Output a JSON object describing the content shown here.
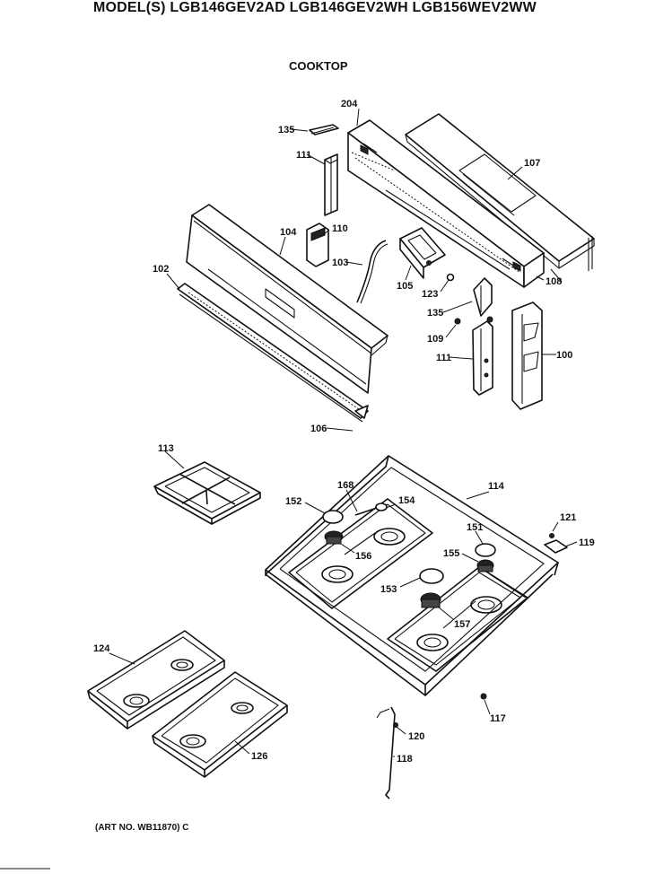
{
  "header": {
    "models": "MODEL(S) LGB146GEV2AD  LGB146GEV2WH  LGB156WEV2WW"
  },
  "section_title": "COOKTOP",
  "art_number": "(ART NO. WB11870) C",
  "callouts": {
    "c204": "204",
    "c135a": "135",
    "c107": "107",
    "c111a": "111",
    "c110": "110",
    "c104": "104",
    "c102": "102",
    "c103": "103",
    "c105": "105",
    "c123": "123",
    "c108": "108",
    "c135b": "135",
    "c109": "109",
    "c111b": "111",
    "c100": "100",
    "c106": "106",
    "c113": "113",
    "c168": "168",
    "c114": "114",
    "c152": "152",
    "c154": "154",
    "c156": "156",
    "c151": "151",
    "c121": "121",
    "c119": "119",
    "c155": "155",
    "c153": "153",
    "c157": "157",
    "c124": "124",
    "c117": "117",
    "c120": "120",
    "c118": "118",
    "c126": "126"
  }
}
